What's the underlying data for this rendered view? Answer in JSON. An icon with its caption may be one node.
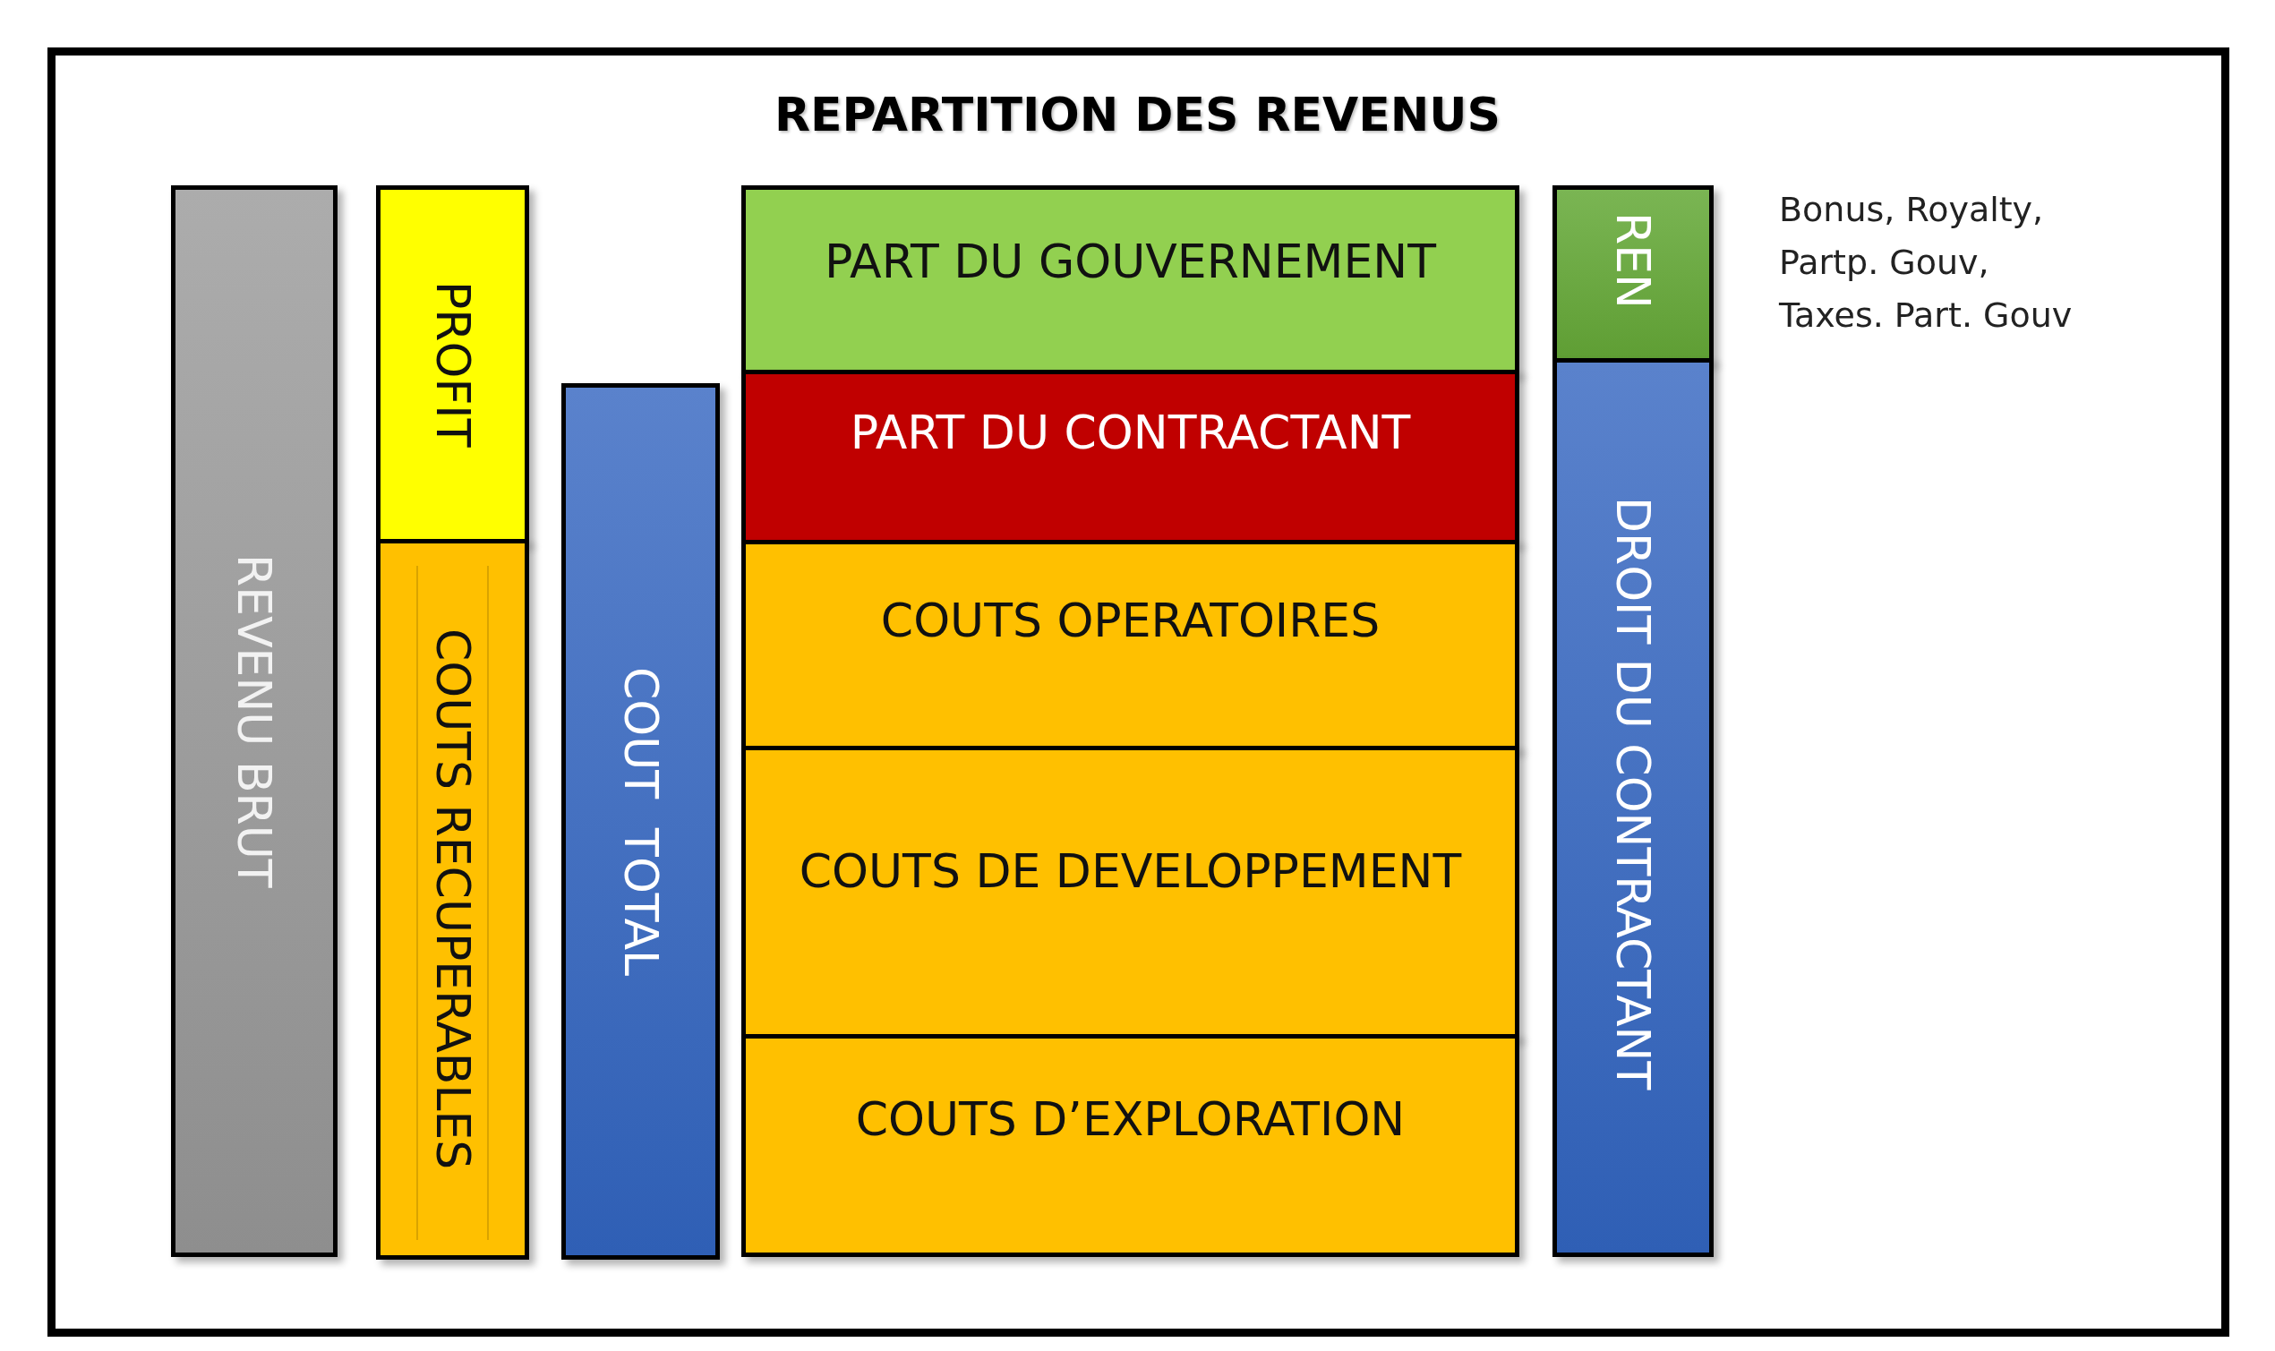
{
  "diagram": {
    "title": "REPARTITION DES REVENUS",
    "nodes": [
      {
        "text": [
          "REVENU BRUT"
        ]
      },
      {
        "text": [
          "PROFIT"
        ]
      },
      {
        "text": [
          "COUTS RECUPERABLES"
        ]
      },
      {
        "text": [
          "COUT  TOTAL"
        ]
      },
      {
        "text": [
          "PART DU GOUVERNEMENT"
        ]
      },
      {
        "text": [
          "PART DU CONTRACTANT"
        ]
      },
      {
        "text": [
          "COUTS OPERATOIRES"
        ]
      },
      {
        "text": [
          "COUTS DE DEVELOPPEMENT"
        ]
      },
      {
        "text": [
          "COUTS D’EXPLORATION"
        ]
      },
      {
        "text": [
          "REN"
        ]
      },
      {
        "text": [
          "DROIT DU CONTRACTANT"
        ]
      }
    ],
    "labels": [
      "Bonus, Royalty, Partp. Gouv, Taxes. Part. Gouv"
    ]
  }
}
